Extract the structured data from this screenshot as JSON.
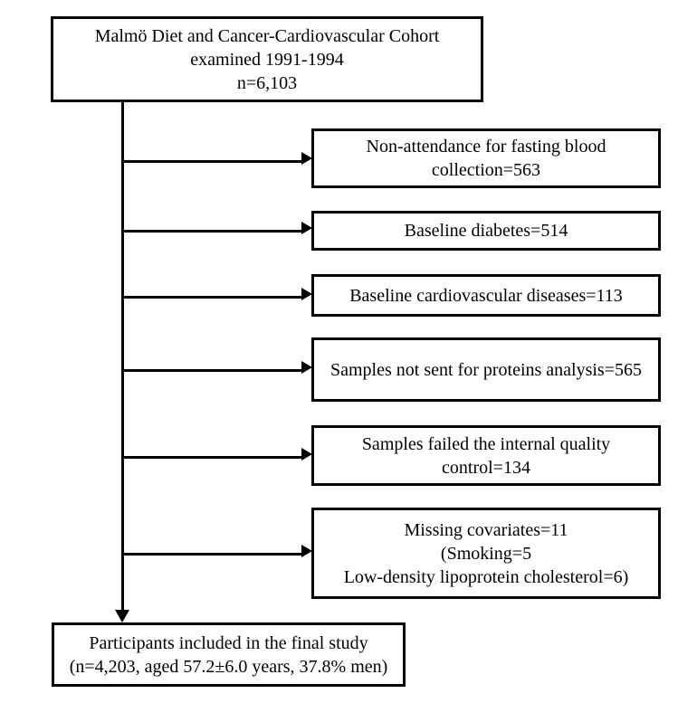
{
  "flowchart": {
    "cohort_box": {
      "lines": [
        "Malmö Diet and Cancer-Cardiovascular Cohort",
        "examined 1991-1994",
        "n=6,103"
      ],
      "n": 6103,
      "exam_period": "1991-1994"
    },
    "exclusions": [
      {
        "lines": [
          "Non-attendance for fasting blood",
          "collection=563"
        ],
        "reason": "Non-attendance for fasting blood collection",
        "count": 563
      },
      {
        "lines": [
          "Baseline diabetes=514"
        ],
        "reason": "Baseline diabetes",
        "count": 514
      },
      {
        "lines": [
          "Baseline cardiovascular diseases=113"
        ],
        "reason": "Baseline cardiovascular diseases",
        "count": 113
      },
      {
        "lines": [
          "Samples not sent for proteins analysis=565"
        ],
        "reason": "Samples not sent for proteins analysis",
        "count": 565
      },
      {
        "lines": [
          "Samples failed the internal quality",
          "control=134"
        ],
        "reason": "Samples failed the internal quality control",
        "count": 134
      },
      {
        "lines": [
          "Missing covariates=11",
          "(Smoking=5",
          "Low-density lipoprotein cholesterol=6)"
        ],
        "reason": "Missing covariates",
        "count": 11,
        "smoking_missing": 5,
        "ldl_missing": 6
      }
    ],
    "final_box": {
      "lines": [
        "Participants included in the final study",
        "(n=4,203, aged 57.2±6.0 years, 37.8% men)"
      ],
      "n": 4203,
      "age_mean_sd": "57.2±6.0",
      "percent_men": "37.8%"
    },
    "colors": {
      "border": "#000000",
      "background": "#ffffff",
      "text": "#000000"
    }
  }
}
